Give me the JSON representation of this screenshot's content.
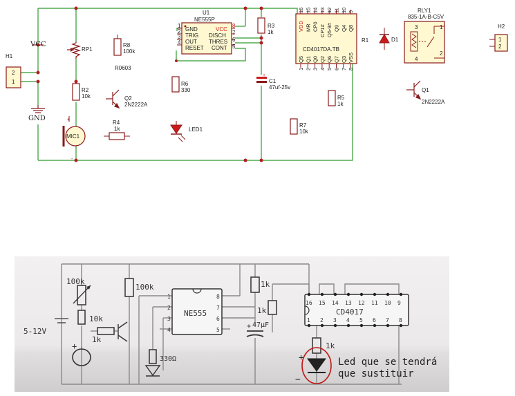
{
  "schematic": {
    "vcc": "VCC",
    "gnd": "GND",
    "h1": {
      "ref": "H1",
      "pins": [
        "2",
        "1"
      ]
    },
    "h2": {
      "ref": "H2",
      "pins": [
        "1",
        "2"
      ]
    },
    "rp1": {
      "ref": "RP1"
    },
    "r8": {
      "ref": "R8",
      "value": "100k",
      "footprint": "R0603"
    },
    "r2": {
      "ref": "R2",
      "value": "10k"
    },
    "q2": {
      "ref": "Q2",
      "value": "2N2222A"
    },
    "r4": {
      "ref": "R4",
      "value": "1k"
    },
    "mic1": {
      "ref": "MIC1"
    },
    "u1": {
      "ref": "U1",
      "value": "NE555P",
      "pins_left": [
        "1",
        "2",
        "3",
        "4"
      ],
      "names_left": [
        "GND",
        "TRIG",
        "OUT",
        "RESET"
      ],
      "pins_right": [
        "8",
        "7",
        "6",
        "5"
      ],
      "names_right": [
        "VCC",
        "DISCH",
        "THRES",
        "CONT"
      ]
    },
    "r6": {
      "ref": "R6",
      "value": "330"
    },
    "led1": {
      "ref": "LED1"
    },
    "r3": {
      "ref": "R3",
      "value": "1k"
    },
    "c1": {
      "ref": "C1",
      "value": "47uf-25v"
    },
    "r7": {
      "ref": "R7",
      "value": "10k"
    },
    "r1": {
      "ref": "R1"
    },
    "u2": {
      "value": "CD4017DA.TB",
      "top_pins": [
        "16",
        "15",
        "14",
        "13",
        "12",
        "11",
        "10",
        "9"
      ],
      "top_names": [
        "VDD",
        "MR",
        "CP0",
        "CP1#",
        "Q5-9#",
        "Q9",
        "Q4",
        "Q8"
      ],
      "bottom_pins": [
        "1",
        "2",
        "3",
        "4",
        "5",
        "6",
        "7",
        "8"
      ],
      "bottom_names": [
        "Q5",
        "Q1",
        "Q0",
        "Q2",
        "Q6",
        "Q7",
        "Q3",
        "VSS"
      ]
    },
    "r5": {
      "ref": "R5",
      "value": "1k"
    },
    "d1": {
      "ref": "D1"
    },
    "rly1": {
      "ref": "RLY1",
      "value": "835-1A-B-C5V",
      "pins": [
        "3",
        "1",
        "4",
        "2"
      ]
    },
    "q1": {
      "ref": "Q1",
      "value": "2N2222A"
    }
  },
  "photo": {
    "supply": "5-12V",
    "r_pot": "100k",
    "r_fixed": "100k",
    "r_base": "10k",
    "r_trans": "1k",
    "r_top": "1k",
    "r_mid": "1k",
    "r_led": "1k",
    "r_led_small": "330Ω",
    "cap": "47μF",
    "ic1": "NE555",
    "ic1_left_pins": [
      "1",
      "2",
      "3",
      "4"
    ],
    "ic1_right_pins": [
      "8",
      "7",
      "6",
      "5"
    ],
    "ic2": "CD4017",
    "ic2_top_pins": [
      "16",
      "15",
      "14",
      "13",
      "12",
      "11",
      "10",
      "9"
    ],
    "ic2_bottom_pins": [
      "1",
      "2",
      "3",
      "4",
      "5",
      "6",
      "7",
      "8"
    ],
    "caption_line1": "Led que se tendrá",
    "caption_line2": "que sustituir",
    "plus": "+",
    "minus": "−"
  }
}
